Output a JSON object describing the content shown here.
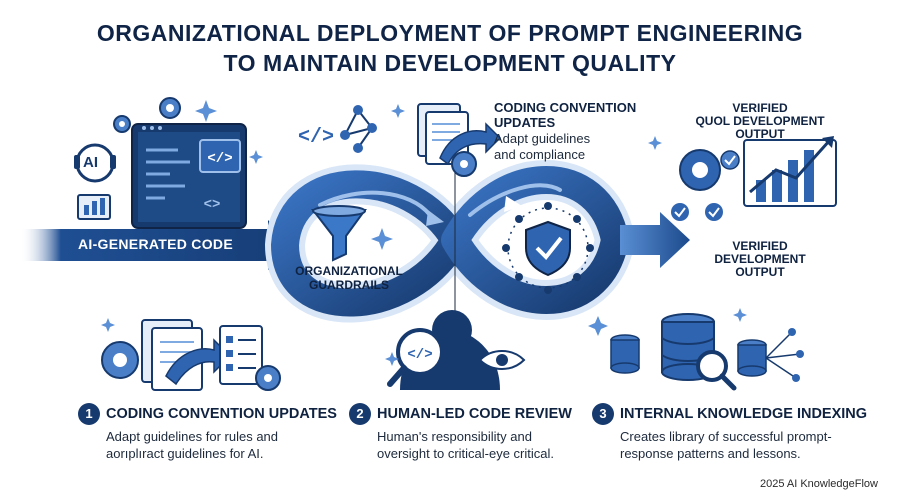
{
  "title_line1": "ORGANIZATIONAL DEPLOYMENT OF PROMPT ENGINEERING",
  "title_line2": "TO MAINTAIN DEVELOPMENT QUALITY",
  "input_label": "AI-GENERATED CODE",
  "guardrails_label": "ORGANIZATIONAL GUARDRAILS",
  "top_callout": {
    "title_line1": "CODING CONVENTION",
    "title_line2": "UPDATES",
    "desc_line1": "Adapt guidelines",
    "desc_line2": "and compliance"
  },
  "output_top": {
    "line1": "VERIFIED",
    "line2": "QUOL DEVELOPMENT",
    "line3": "OUTPUT"
  },
  "output_bottom": {
    "line1": "VERIFIED",
    "line2": "DEVELOPMENT",
    "line3": "OUTPUT"
  },
  "ai_badge": "AI",
  "steps": [
    {
      "num": "1",
      "title": "CODING CONVENTION UPDATES",
      "desc_line1": "Adapt guidelines for rules and",
      "desc_line2": "aorıplıract guidelines for AI."
    },
    {
      "num": "2",
      "title": "HUMAN-LED CODE REVIEW",
      "desc_line1": "Human's responsibility and",
      "desc_line2": "oversight to critical-eye critical."
    },
    {
      "num": "3",
      "title": "INTERNAL KNOWLEDGE INDEXING",
      "desc_line1": "Creates library of successful prompt-",
      "desc_line2": "response patterns and lessons."
    }
  ],
  "footer": "2025 AI KnowledgeFlow",
  "colors": {
    "navy": "#173a6e",
    "blue": "#2f64b0",
    "light": "#cfe0f5",
    "accent": "#5b8fd6"
  }
}
